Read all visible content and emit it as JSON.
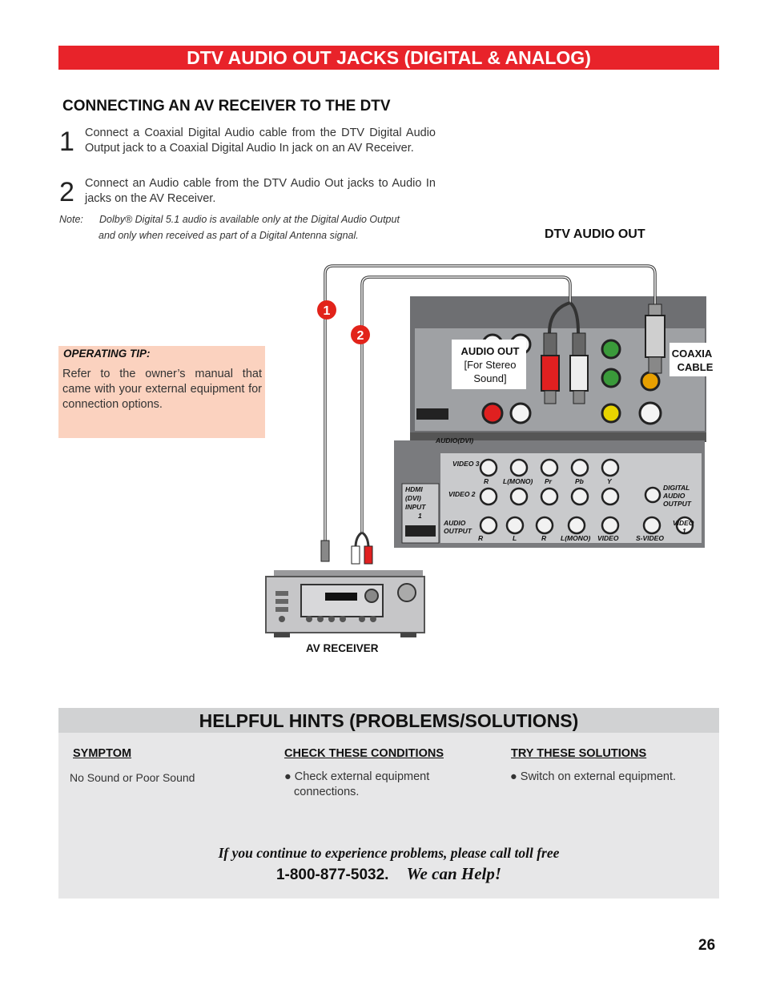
{
  "banner": {
    "title": "DTV AUDIO OUT JACKS (DIGITAL & ANALOG)"
  },
  "section": {
    "title": "CONNECTING AN AV RECEIVER TO THE DTV",
    "steps": [
      {
        "number": "1",
        "text": "Connect a Coaxial Digital Audio cable from the DTV Digital Audio Output jack to a Coaxial Digital Audio In jack on an AV Receiver."
      },
      {
        "number": "2",
        "text": "Connect an Audio cable from the DTV Audio Out jacks to Audio In jacks on the AV Receiver."
      }
    ],
    "note": {
      "label": "Note:",
      "line1": "Dolby® Digital 5.1 audio is available  only at the Digital Audio Output",
      "line2": "and only when received as part of a Digital Antenna signal."
    }
  },
  "operating_tip": {
    "title": "OPERATING TIP:",
    "body": "Refer to the owner’s manual that came with your external equipment for connection options."
  },
  "diagram": {
    "dtv_audio_out_label": "DTV AUDIO OUT",
    "markers": [
      "❶",
      "❷"
    ],
    "audio_out_callout": [
      "AUDIO OUT",
      "[For Stereo",
      "Sound]"
    ],
    "coaxial_callout": [
      "COAXIAL",
      "CABLE"
    ],
    "panel_labels": {
      "audio_dvi": "AUDIO(DVI)",
      "video3": "VIDEO 3",
      "video2": "VIDEO 2",
      "hdmi_dvi_input": [
        "HDMI",
        "(DVI)",
        "INPUT",
        "1"
      ],
      "row1_labels": [
        "R",
        "L(MONO)",
        "Pr",
        "Pb",
        "Y"
      ],
      "digital_audio_output": [
        "DIGITAL",
        "AUDIO",
        "OUTPUT"
      ],
      "audio_output": [
        "AUDIO",
        "OUTPUT"
      ],
      "bottom_labels": [
        "R",
        "L",
        "R",
        "L(MONO)",
        "VIDEO",
        "S-VIDEO"
      ],
      "video1": [
        "VIDEO",
        "1"
      ]
    },
    "av_receiver_label": "AV RECEIVER"
  },
  "hints": {
    "title": "HELPFUL HINTS (PROBLEMS/SOLUTIONS)",
    "columns": [
      "SYMPTOM",
      "CHECK THESE CONDITIONS",
      "TRY THESE SOLUTIONS"
    ],
    "rows": [
      {
        "symptom": "No Sound or Poor Sound",
        "condition": "● Check external equipment connections.",
        "solution": "● Switch on external equipment."
      }
    ],
    "closing_line1": "If you continue to experience problems, please call toll free",
    "phone": "1-800-877-5032.",
    "help": "We can Help!"
  },
  "page": {
    "number": "26"
  },
  "colors": {
    "banner_red": "#e8232a",
    "tip_bg": "#fbd2bf",
    "hint_bg": "#e7e7e8",
    "hint_head_bg": "#d1d2d3",
    "marker_red": "#e2231a"
  }
}
